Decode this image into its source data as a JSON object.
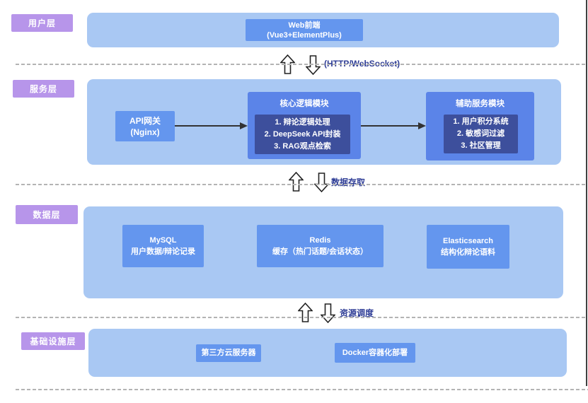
{
  "colors": {
    "label_bg": "#b795ea",
    "band_bg": "#a9c8f3",
    "box_bg": "#6496ee",
    "module_bg": "#5b84e8",
    "inner_bg": "#3d4f9c",
    "flow_label_color": "#2e3d96",
    "dash_color": "#b4b4b4",
    "edge_line_color": "#3f3f3f",
    "arrow_color": "#333333"
  },
  "layers": {
    "user": {
      "label": "用户层",
      "web_box": {
        "line1": "Web前端",
        "line2": "(Vue3+ElementPlus)"
      }
    },
    "service": {
      "label": "服务层",
      "api_box": {
        "line1": "API网关",
        "line2": "(Nginx)"
      },
      "core_module": {
        "title": "核心逻辑模块",
        "items": [
          "1. 辩论逻辑处理",
          "2. DeepSeek API封装",
          "3. RAG观点检索"
        ]
      },
      "aux_module": {
        "title": "辅助服务模块",
        "items": [
          "1. 用户积分系统",
          "2. 敏感词过滤",
          "3. 社区管理"
        ]
      }
    },
    "data": {
      "label": "数据层",
      "mysql": {
        "line1": "MySQL",
        "line2": "用户数据/辩论记录"
      },
      "redis": {
        "line1": "Redis",
        "line2": "缓存（热门话题/会话状态）"
      },
      "elasticsearch": {
        "line1": "Elasticsearch",
        "line2": "结构化辩论语料"
      }
    },
    "infra": {
      "label": "基础设施层",
      "cloud": {
        "label": "第三方云服务器"
      },
      "docker": {
        "label": "Docker容器化部署"
      }
    }
  },
  "flows": {
    "http": {
      "label": "(HTTP/WebSocket)"
    },
    "data_access": {
      "label": "数据存取"
    },
    "resource": {
      "label": "资源调度"
    }
  }
}
